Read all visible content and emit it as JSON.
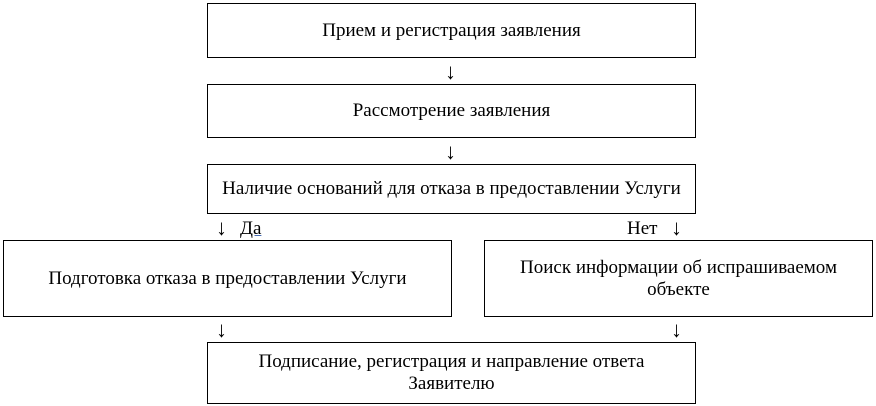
{
  "flowchart": {
    "step1": "Прием и регистрация заявления",
    "step2": "Рассмотрение заявления",
    "decision": "Наличие оснований для отказа в предоставлении Услуги",
    "branch_yes_label": "Да",
    "branch_no_label": "Нет",
    "yes_box": "Подготовка отказа в предоставлении Услуги",
    "no_box": "Поиск информации об испрашиваемом объекте",
    "final": "Подписание, регистрация и направление ответа Заявителю",
    "arrow_glyph": "↓"
  }
}
